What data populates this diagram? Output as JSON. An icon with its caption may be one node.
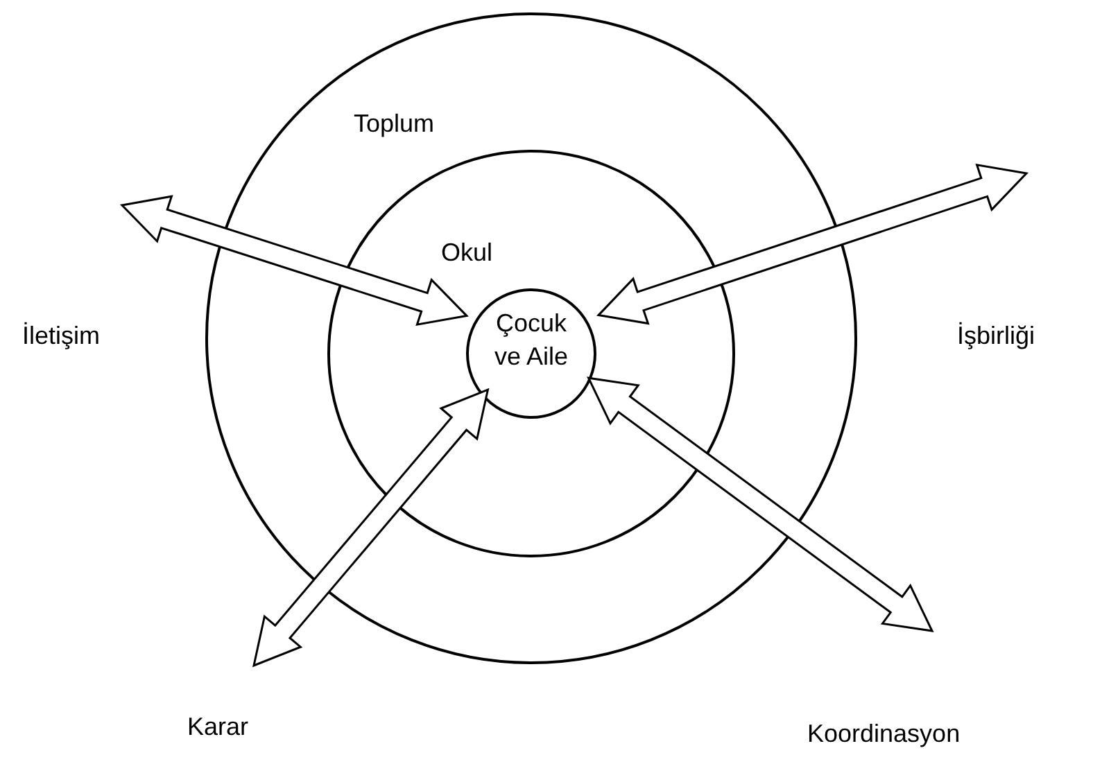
{
  "diagram": {
    "nodes": [
      {
        "text": [
          "Toplum"
        ]
      },
      {
        "text": [
          "Okul"
        ],
        "in": 0
      },
      {
        "text": [
          "Çocuk ve Aile"
        ],
        "in": 1
      },
      {
        "text": [
          "İletişim"
        ]
      },
      {
        "text": [
          "İşbirliği"
        ]
      },
      {
        "text": [
          "Karar"
        ]
      },
      {
        "text": [
          "Koordinasyon"
        ]
      }
    ],
    "edges": [
      {
        "from": 2,
        "to": 3,
        "arrow": "both"
      },
      {
        "from": 2,
        "to": 4,
        "arrow": "both"
      },
      {
        "from": 2,
        "to": 5,
        "arrow": "both"
      },
      {
        "from": 2,
        "to": 6,
        "arrow": "both"
      }
    ]
  }
}
